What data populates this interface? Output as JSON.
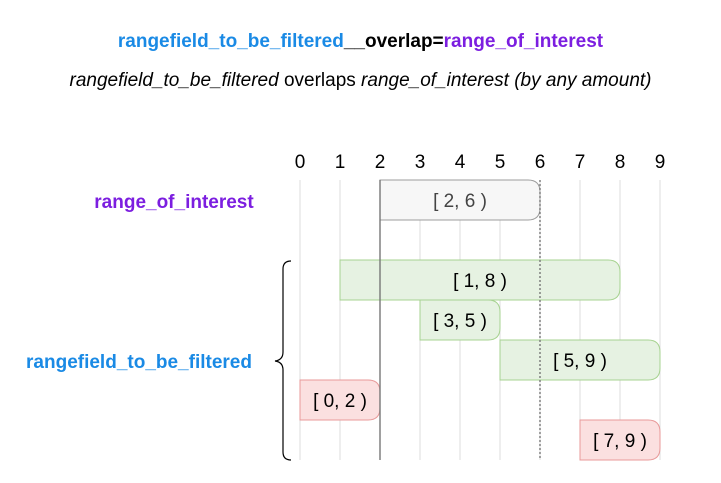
{
  "header": {
    "title_part1": "rangefield_to_be_filtered",
    "title_part2": "__overlap=",
    "title_part3": "range_of_interest",
    "subtitle_part1": "rangefield_to_be_filtered",
    "subtitle_part2": " overlaps ",
    "subtitle_part3": "range_of_interest (by any amount)"
  },
  "colors": {
    "blue": "#1a8ae5",
    "purple": "#7c1ee0",
    "black": "#000000",
    "green_fill": "#e6f2e2",
    "green_stroke": "#a7d391",
    "red_fill": "#fbe0e0",
    "red_stroke": "#e89a9a",
    "grey_fill": "#f7f7f7",
    "grey_stroke": "#9c9c9c"
  },
  "axis": {
    "ticks": [
      "0",
      "1",
      "2",
      "3",
      "4",
      "5",
      "6",
      "7",
      "8",
      "9"
    ]
  },
  "labels": {
    "range_of_interest": "range_of_interest",
    "rangefield_to_be_filtered": "rangefield_to_be_filtered"
  },
  "range_of_interest": {
    "start": 2,
    "end": 6,
    "label": "[ 2, 6 )"
  },
  "ranges": [
    {
      "start": 1,
      "end": 8,
      "label": "[ 1, 8 )",
      "overlaps": true
    },
    {
      "start": 3,
      "end": 5,
      "label": "[ 3, 5 )",
      "overlaps": true
    },
    {
      "start": 5,
      "end": 9,
      "label": "[ 5, 9 )",
      "overlaps": true
    },
    {
      "start": 0,
      "end": 2,
      "label": "[ 0, 2 )",
      "overlaps": false
    },
    {
      "start": 7,
      "end": 9,
      "label": "[ 7, 9 )",
      "overlaps": false
    }
  ]
}
